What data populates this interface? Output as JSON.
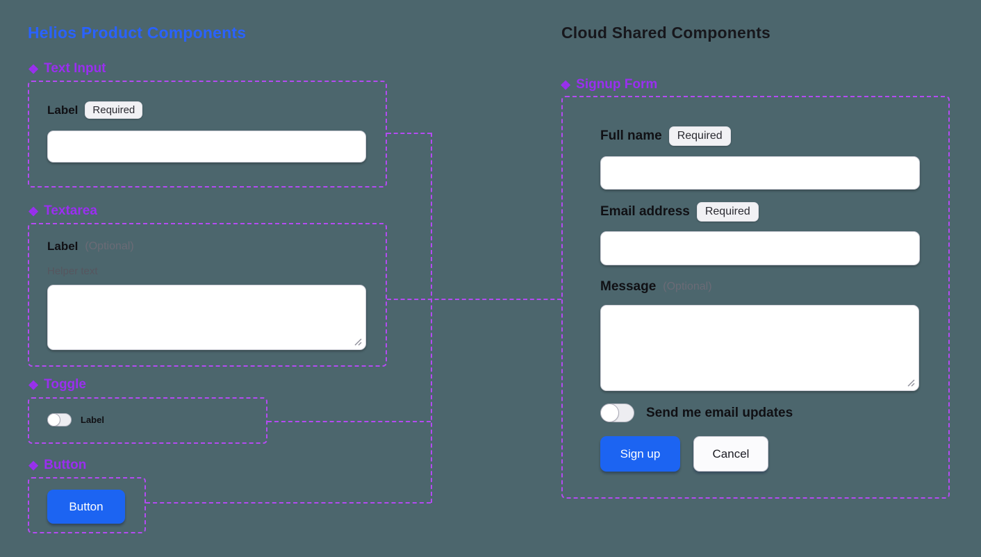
{
  "colors": {
    "canvas_bg": "#4c666d",
    "left_title_blue": "#2a62ff",
    "right_title_dark": "#17171c",
    "component_purple": "#9a2ff0",
    "outline_purple": "#b44bf2",
    "primary_button_blue": "#1c64f2"
  },
  "icons": {
    "component": "❖",
    "resize_handle": "resize-grip-diagonal-lines"
  },
  "left_panel": {
    "title": "Helios Product Components",
    "text_input": {
      "heading": "Text Input",
      "label": "Label",
      "badge": "Required"
    },
    "textarea": {
      "heading": "Textarea",
      "label": "Label",
      "optional": "(Optional)",
      "helper": "Helper text"
    },
    "toggle": {
      "heading": "Toggle",
      "label": "Label"
    },
    "button": {
      "heading": "Button",
      "label": "Button"
    }
  },
  "right_panel": {
    "title": "Cloud Shared Components",
    "signup_form": {
      "heading": "Signup Form",
      "full_name": {
        "label": "Full name",
        "badge": "Required"
      },
      "email": {
        "label": "Email address",
        "badge": "Required"
      },
      "message": {
        "label": "Message",
        "optional": "(Optional)"
      },
      "toggle_label": "Send me email updates",
      "submit_label": "Sign up",
      "cancel_label": "Cancel"
    }
  }
}
